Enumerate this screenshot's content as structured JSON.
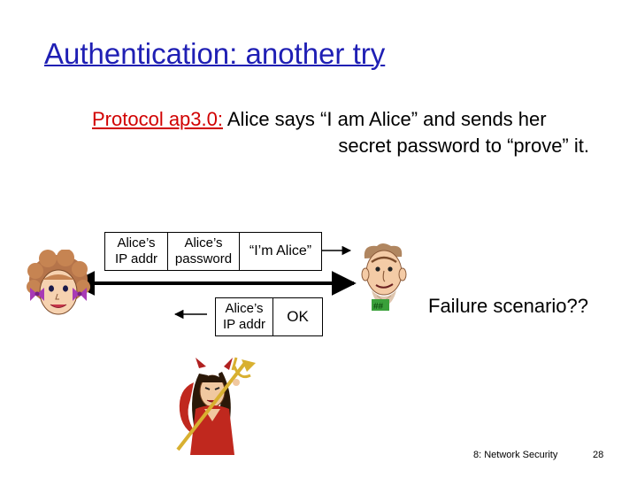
{
  "title": "Authentication: another try",
  "protocol": {
    "lead": "Protocol ap3.0:",
    "line1": " Alice says “I am Alice” and sends her",
    "line2": "secret password to “prove” it."
  },
  "message_alice": {
    "cells": [
      "Alice’s\nIP addr",
      "Alice’s\npassword",
      "“I’m Alice”"
    ]
  },
  "message_bob": {
    "cells": [
      "Alice’s\nIP addr",
      "OK"
    ]
  },
  "failure_text": "Failure scenario??",
  "footer": {
    "label": "8: Network Security",
    "page": "28"
  },
  "colors": {
    "title": "#1f1fb4",
    "lead": "#d10000"
  },
  "icons": [
    "alice-face-icon",
    "bob-face-icon",
    "trudy-devil-icon"
  ]
}
